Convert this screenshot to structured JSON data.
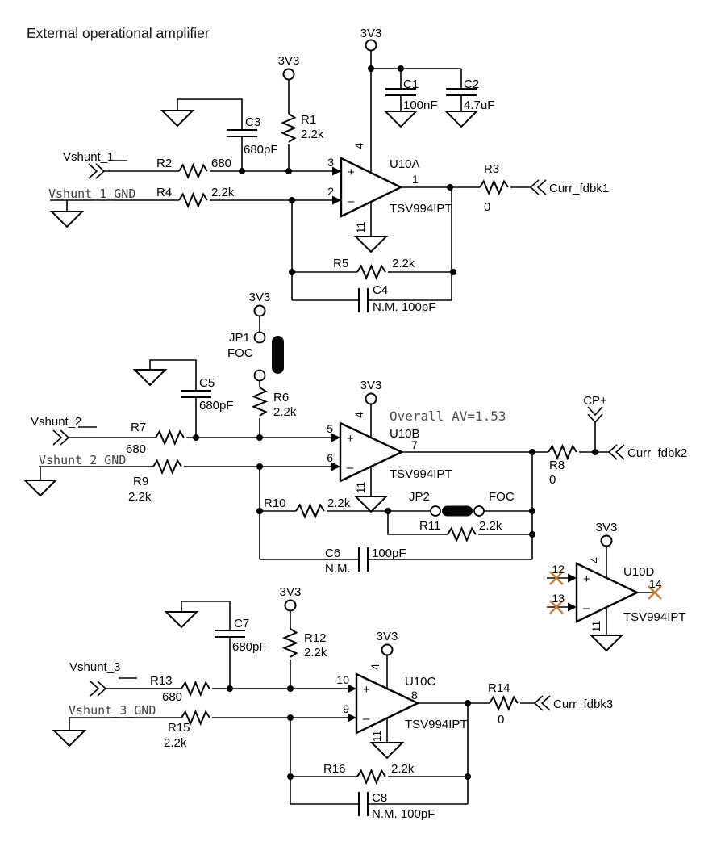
{
  "title": "External operational amplifier",
  "supply": {
    "net": "3V3"
  },
  "glyphs": {
    "plus": "+",
    "minus": "–"
  },
  "colors": {
    "wire": "#000000",
    "no_connect": "#c48140",
    "net_gnd_label": "#3d3d3d",
    "note_text": "#4d4d4d"
  },
  "decoupling": {
    "c1": {
      "ref": "C1",
      "value": "100nF"
    },
    "c2": {
      "ref": "C2",
      "value": "4.7uF"
    }
  },
  "stage1": {
    "input_net": "Vshunt_1",
    "input_gnd_net": "Vshunt_1_GND",
    "output_net": "Curr_fdbk1",
    "r_in": {
      "ref": "R2",
      "value": "680"
    },
    "r_gnd": {
      "ref": "R4",
      "value": "2.2k"
    },
    "r_bias": {
      "ref": "R1",
      "value": "2.2k"
    },
    "c_in": {
      "ref": "C3",
      "value": "680pF"
    },
    "r_fb": {
      "ref": "R5",
      "value": "2.2k"
    },
    "c_fb": {
      "ref": "C4",
      "value": "N.M. 100pF"
    },
    "r_out": {
      "ref": "R3",
      "value": "0"
    },
    "opamp": {
      "ref": "U10A",
      "part": "TSV994IPT",
      "pin_plus": "3",
      "pin_minus": "2",
      "pin_out": "1",
      "pin_vcc": "4",
      "pin_gnd": "11"
    }
  },
  "stage2": {
    "note": "Overall AV=1.53",
    "input_net": "Vshunt_2",
    "input_gnd_net": "Vshunt_2_GND",
    "output_net": "Curr_fdbk2",
    "cp_net": "CP+",
    "jp1": {
      "ref": "JP1",
      "function": "FOC"
    },
    "jp2": {
      "ref": "JP2",
      "function": "FOC"
    },
    "r_in": {
      "ref": "R7",
      "value": "680"
    },
    "r_gnd": {
      "ref": "R9",
      "value": "2.2k"
    },
    "r_bias": {
      "ref": "R6",
      "value": "2.2k"
    },
    "c_in": {
      "ref": "C5",
      "value": "680pF"
    },
    "r_fb1": {
      "ref": "R10",
      "value": "2.2k"
    },
    "r_fb2": {
      "ref": "R11",
      "value": "2.2k"
    },
    "c_fb": {
      "ref": "C6",
      "nm": "N.M.",
      "value": "100pF"
    },
    "r_out": {
      "ref": "R8",
      "value": "0"
    },
    "opamp": {
      "ref": "U10B",
      "part": "TSV994IPT",
      "pin_plus": "5",
      "pin_minus": "6",
      "pin_out": "7",
      "pin_vcc": "4",
      "pin_gnd": "11"
    }
  },
  "stage3": {
    "input_net": "Vshunt_3",
    "input_gnd_net": "Vshunt_3_GND",
    "output_net": "Curr_fdbk3",
    "r_in": {
      "ref": "R13",
      "value": "680"
    },
    "r_gnd": {
      "ref": "R15",
      "value": "2.2k"
    },
    "r_bias": {
      "ref": "R12",
      "value": "2.2k"
    },
    "c_in": {
      "ref": "C7",
      "value": "680pF"
    },
    "r_fb": {
      "ref": "R16",
      "value": "2.2k"
    },
    "c_fb": {
      "ref": "C8",
      "value": "N.M. 100pF"
    },
    "r_out": {
      "ref": "R14",
      "value": "0"
    },
    "opamp": {
      "ref": "U10C",
      "part": "TSV994IPT",
      "pin_plus": "10",
      "pin_minus": "9",
      "pin_out": "8",
      "pin_vcc": "4",
      "pin_gnd": "11"
    }
  },
  "unused": {
    "opamp": {
      "ref": "U10D",
      "part": "TSV994IPT",
      "pin_plus": "12",
      "pin_minus": "13",
      "pin_out": "14",
      "pin_vcc": "4",
      "pin_gnd": "11"
    }
  }
}
